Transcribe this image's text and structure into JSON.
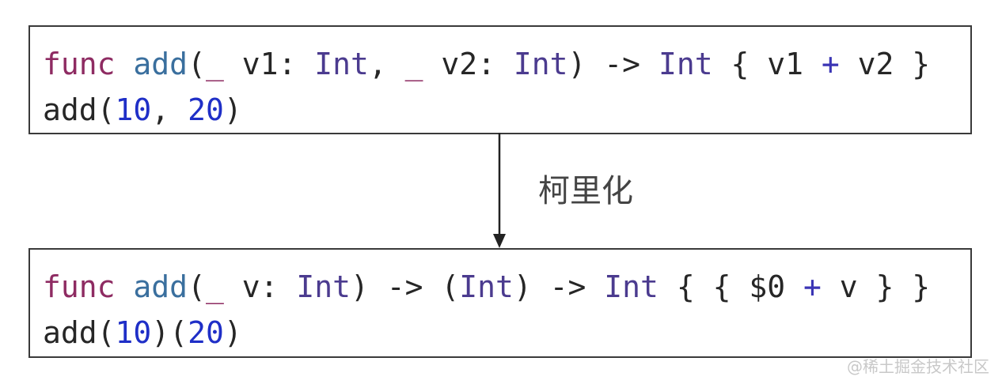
{
  "top_box": {
    "line1": {
      "func": "func",
      "name": "add",
      "open": "(",
      "under1": "_",
      "param1": " v1: ",
      "type1": "Int",
      "comma": ", ",
      "under2": "_",
      "param2": " v2: ",
      "type2": "Int",
      "close_arrow": ") -> ",
      "ret": "Int",
      "body_open": " { v1 ",
      "plus": "+",
      "body_close": " v2 }"
    },
    "line2": {
      "name": "add",
      "open": "(",
      "n1": "10",
      "comma": ", ",
      "n2": "20",
      "close": ")"
    }
  },
  "transform_label": "柯里化",
  "bottom_box": {
    "line1": {
      "func": "func",
      "name": "add",
      "open": "(",
      "under": "_",
      "param": " v: ",
      "type1": "Int",
      "arrow1": ") -> (",
      "type2": "Int",
      "arrow2": ") -> ",
      "ret": "Int",
      "body_open": " { { $0 ",
      "plus": "+",
      "body_close": " v } }"
    },
    "line2": {
      "name": "add",
      "open1": "(",
      "n1": "10",
      "mid": ")(",
      "n2": "20",
      "close": ")"
    }
  },
  "watermark": "@稀土掘金技术社区"
}
